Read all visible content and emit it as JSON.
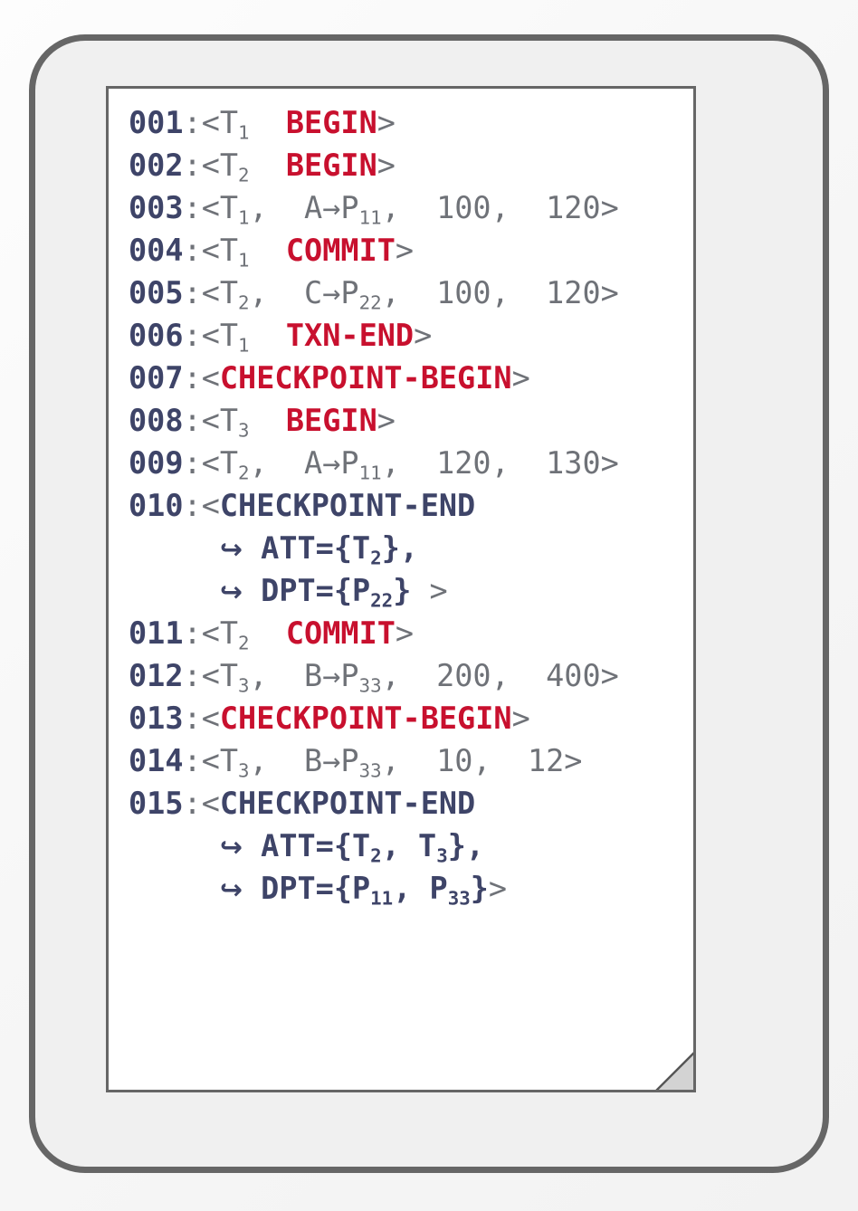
{
  "document": {
    "type": "transaction-log",
    "colors": {
      "line_number": "#3e4468",
      "keyword_red": "#c8102e",
      "keyword_navy": "#3e4468",
      "plain_text": "#6f7278",
      "panel_background": "#ffffff",
      "card_background": "#f0f0f0",
      "border": "#666666"
    },
    "continuation_arrow_icon": "hooked-right-arrow",
    "page_curl_icon": "folded-page-corner"
  },
  "log": {
    "entries": [
      {
        "number": "001",
        "sep": ":",
        "open": "<",
        "txn": "T",
        "txn_sub": "1",
        "gap": "  ",
        "keyword": "BEGIN",
        "keyword_color": "red",
        "close": ">"
      },
      {
        "number": "002",
        "sep": ":",
        "open": "<",
        "txn": "T",
        "txn_sub": "2",
        "gap": "  ",
        "keyword": "BEGIN",
        "keyword_color": "red",
        "close": ">"
      },
      {
        "number": "003",
        "sep": ":",
        "open": "<",
        "txn": "T",
        "txn_sub": "1",
        "data": ",  A",
        "arrow": "→",
        "page": "P",
        "page_sub": "11",
        "values": ",  100,  120",
        "close": ">"
      },
      {
        "number": "004",
        "sep": ":",
        "open": "<",
        "txn": "T",
        "txn_sub": "1",
        "gap": "  ",
        "keyword": "COMMIT",
        "keyword_color": "red",
        "close": ">"
      },
      {
        "number": "005",
        "sep": ":",
        "open": "<",
        "txn": "T",
        "txn_sub": "2",
        "data": ",  C",
        "arrow": "→",
        "page": "P",
        "page_sub": "22",
        "values": ",  100,  120",
        "close": ">"
      },
      {
        "number": "006",
        "sep": ":",
        "open": "<",
        "txn": "T",
        "txn_sub": "1",
        "gap": "  ",
        "keyword": "TXN-END",
        "keyword_color": "red",
        "close": ">"
      },
      {
        "number": "007",
        "sep": ":",
        "open": "<",
        "keyword": "CHECKPOINT-BEGIN",
        "keyword_color": "red",
        "close": ">"
      },
      {
        "number": "008",
        "sep": ":",
        "open": "<",
        "txn": "T",
        "txn_sub": "3",
        "gap": "  ",
        "keyword": "BEGIN",
        "keyword_color": "red",
        "close": ">"
      },
      {
        "number": "009",
        "sep": ":",
        "open": "<",
        "txn": "T",
        "txn_sub": "2",
        "data": ",  A",
        "arrow": "→",
        "page": "P",
        "page_sub": "11",
        "values": ",  120,  130",
        "close": ">"
      },
      {
        "number": "010",
        "sep": ":",
        "open": "<",
        "keyword": "CHECKPOINT-END",
        "keyword_color": "navy",
        "close": ""
      }
    ],
    "cont_010": [
      {
        "arrow_icon": "hooked-right-arrow",
        "label": "ATT={T",
        "sub": "2",
        "tail": "},",
        "close": ""
      },
      {
        "arrow_icon": "hooked-right-arrow",
        "label": "DPT={P",
        "sub": "22",
        "tail": "} ",
        "close": ">"
      }
    ],
    "entries2": [
      {
        "number": "011",
        "sep": ":",
        "open": "<",
        "txn": "T",
        "txn_sub": "2",
        "gap": "  ",
        "keyword": "COMMIT",
        "keyword_color": "red",
        "close": ">"
      },
      {
        "number": "012",
        "sep": ":",
        "open": "<",
        "txn": "T",
        "txn_sub": "3",
        "data": ",  B",
        "arrow": "→",
        "page": "P",
        "page_sub": "33",
        "values": ",  200,  400",
        "close": ">"
      },
      {
        "number": "013",
        "sep": ":",
        "open": "<",
        "keyword": "CHECKPOINT-BEGIN",
        "keyword_color": "red",
        "close": ">"
      },
      {
        "number": "014",
        "sep": ":",
        "open": "<",
        "txn": "T",
        "txn_sub": "3",
        "data": ",  B",
        "arrow": "→",
        "page": "P",
        "page_sub": "33",
        "values": ",  10,  12",
        "close": ">"
      },
      {
        "number": "015",
        "sep": ":",
        "open": "<",
        "keyword": "CHECKPOINT-END",
        "keyword_color": "navy",
        "close": ""
      }
    ],
    "cont_015": [
      {
        "arrow_icon": "hooked-right-arrow",
        "label": "ATT={T",
        "sub": "2",
        "mid": ", T",
        "sub2": "3",
        "tail": "},",
        "close": ""
      },
      {
        "arrow_icon": "hooked-right-arrow",
        "label": "DPT={P",
        "sub": "11",
        "mid": ", P",
        "sub2": "33",
        "tail": "}",
        "close": ">"
      }
    ]
  }
}
